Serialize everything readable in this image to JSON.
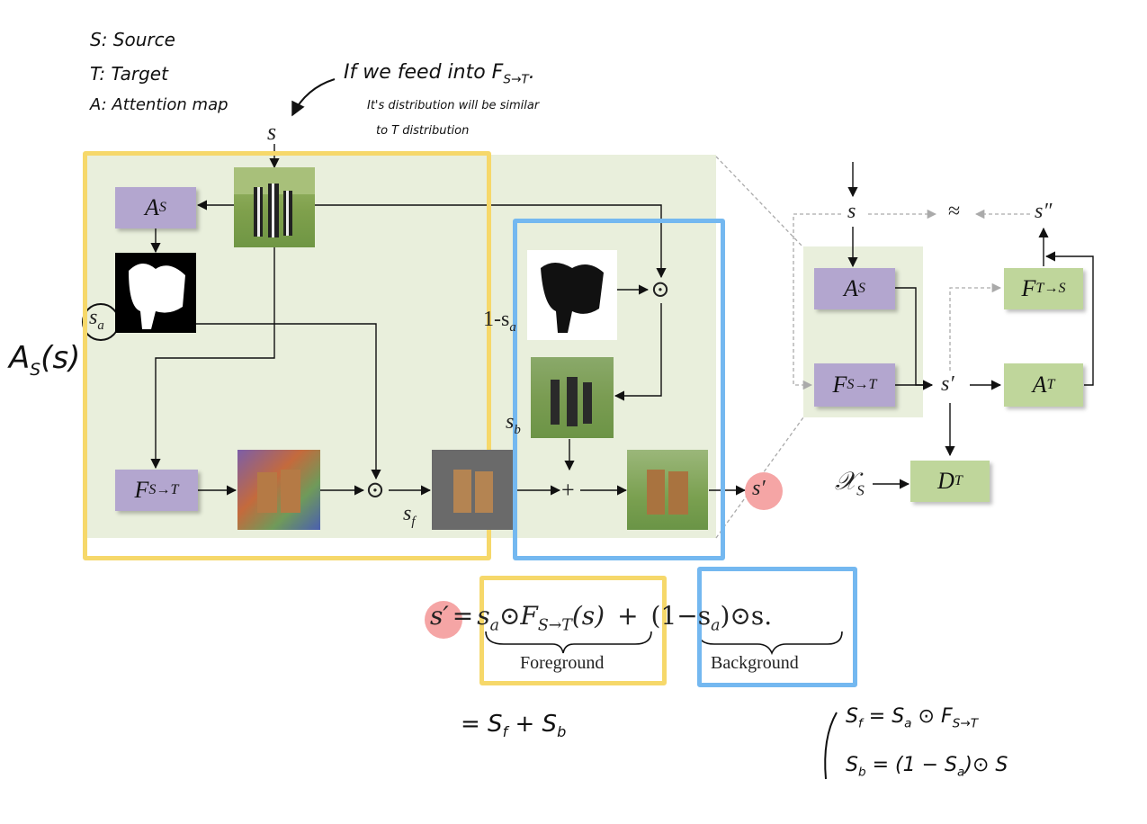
{
  "legend": {
    "source": "S: Source",
    "target": "T: Target",
    "attention": "A: Attention map"
  },
  "note": {
    "line1": "If we feed into F",
    "line1_sub": "S→T",
    "line2": "It's distribution will be similar",
    "line3": "to T distribution"
  },
  "main": {
    "input_label": "s",
    "as_box": "A",
    "as_sub": "S",
    "fst_box": "F",
    "fst_sub": "S→T",
    "sa_label": "s",
    "sa_sub": "a",
    "as_s_note": "A",
    "as_s_note_rest": "(s)",
    "one_minus": "1-s",
    "one_minus_sub": "a",
    "sb_label": "s",
    "sb_sub": "b",
    "sf_label": "s",
    "sf_sub": "f",
    "odot": "⊙",
    "plus": "+",
    "output_label": "s′"
  },
  "right": {
    "s": "s",
    "approx": "≈",
    "s2": "s″",
    "as": "A",
    "as_sub": "S",
    "fst": "F",
    "fst_sub": "S→T",
    "fts": "F",
    "fts_sub": "T→S",
    "sprime": "s′",
    "at": "A",
    "at_sub": "T",
    "xs": "𝒳",
    "xs_sub": "S",
    "dt": "D",
    "dt_sub": "T"
  },
  "equation": {
    "lhs": "s′",
    "eq": "=",
    "fg_term": "s",
    "fg_term_sub": "a",
    "fg_op": "⊙F",
    "fg_op_sub": "S→T",
    "fg_arg": "(s)",
    "plus": "+",
    "bg_term": "(1−s",
    "bg_term_sub": "a",
    "bg_term_rest": ")⊙s.",
    "fg_label": "Foreground",
    "bg_label": "Background"
  },
  "notes": {
    "eq2": "= S",
    "eq2_f": "f",
    "eq2_plus": "+ S",
    "eq2_b": "b",
    "sf_def": "S",
    "sf_def_sub": "f",
    "sf_def_rest": "= S",
    "sf_def_a": "a",
    "sf_def_op": "⊙ F",
    "sf_def_op_sub": "S→T",
    "sb_def": "S",
    "sb_def_sub": "b",
    "sb_def_rest": "= (1 − S",
    "sb_def_a": "a",
    "sb_def_end": ")⊙ S"
  },
  "colors": {
    "yellow": "#f6d86a",
    "blue": "#74b8f0",
    "panel": "#e9efdc",
    "purple": "#b3a6cf",
    "green": "#bfd69b",
    "pink": "#f5a5a5"
  }
}
